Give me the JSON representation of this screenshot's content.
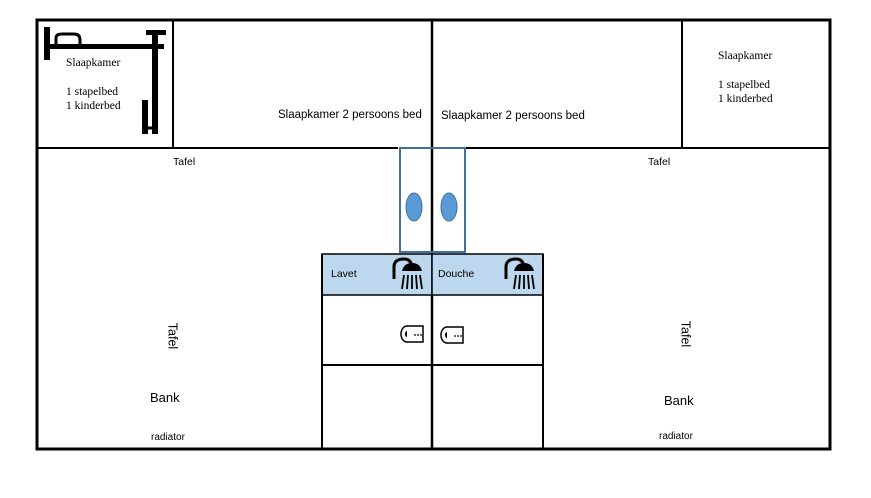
{
  "rooms": {
    "left_bedroom_small": {
      "title": "Slaapkamer",
      "line1": "1 stapelbed",
      "line2": "1 kinderbed"
    },
    "right_bedroom_small": {
      "title": "Slaapkamer",
      "line1": "1 stapelbed",
      "line2": "1 kinderbed"
    },
    "left_bedroom_double": {
      "label": "Slaapkamer 2 persoons bed"
    },
    "right_bedroom_double": {
      "label": "Slaapkamer 2 persoons bed"
    }
  },
  "furniture": {
    "left_table_green": "Tafel",
    "right_table_green": "Tafel",
    "left_table_blue": "Tafel",
    "right_table_blue": "Tafel",
    "left_sofa": "Bank",
    "right_sofa": "Bank",
    "left_radiator": "radiator",
    "right_radiator": "radiator",
    "lavet": "Lavet",
    "douche": "Douche"
  },
  "colors": {
    "wall": "#000000",
    "table_green": "#92D050",
    "furniture_blue": "#5B9BD5",
    "bathroom_blue": "#BDD7EE",
    "radiator_red": "#FF0000",
    "arrow_yellow": "#FFFF00",
    "fireplace_red": "#E00000",
    "partition_blue": "#41719C"
  },
  "icons": [
    "bed-icon",
    "double-bed-icon",
    "fireplace-icon",
    "shower-icon",
    "toilet-roll-icon",
    "door-arrow-icon"
  ]
}
